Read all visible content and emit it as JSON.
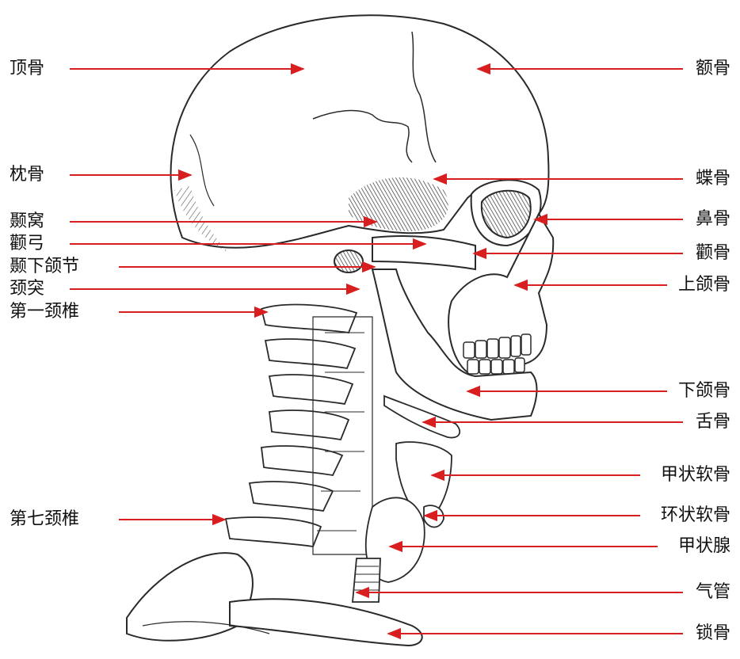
{
  "colors": {
    "arrow": "#d81e1e",
    "ink": "#2a2a2a",
    "bone_fill": "#ffffff",
    "shadow": "#3a3a3a"
  },
  "figure": {
    "subject": "skull-and-neck-skeleton-side-view"
  },
  "labels_left": [
    {
      "id": "parietal",
      "text": "顶骨"
    },
    {
      "id": "occipital",
      "text": "枕骨"
    },
    {
      "id": "temporal-fossa",
      "text": "颞窝"
    },
    {
      "id": "zygomatic-arch",
      "text": "颧弓"
    },
    {
      "id": "tmj",
      "text": "颞下颌节"
    },
    {
      "id": "mastoid",
      "text": "颈突"
    },
    {
      "id": "atlas",
      "text": "第一颈椎"
    },
    {
      "id": "c7",
      "text": "第七颈椎"
    }
  ],
  "labels_right": [
    {
      "id": "frontal",
      "text": "额骨"
    },
    {
      "id": "sphenoid",
      "text": "蝶骨"
    },
    {
      "id": "nasal",
      "text": "鼻骨"
    },
    {
      "id": "zygomatic",
      "text": "颧骨"
    },
    {
      "id": "maxilla",
      "text": "上颌骨"
    },
    {
      "id": "mandible",
      "text": "下颌骨"
    },
    {
      "id": "hyoid",
      "text": "舌骨"
    },
    {
      "id": "thyroid-cartilage",
      "text": "甲状软骨"
    },
    {
      "id": "cricoid",
      "text": "环状软骨"
    },
    {
      "id": "thyroid-gland",
      "text": "甲状腺"
    },
    {
      "id": "trachea",
      "text": "气管"
    },
    {
      "id": "clavicle",
      "text": "锁骨"
    }
  ]
}
